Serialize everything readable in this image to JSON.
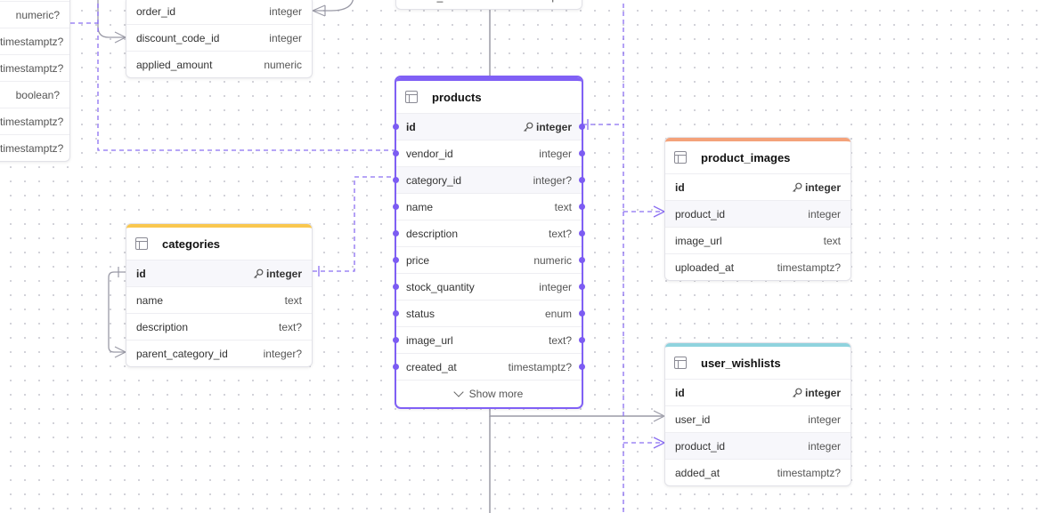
{
  "tables": {
    "left_partial": {
      "rows": [
        {
          "type": "numeric?"
        },
        {
          "type": "timestamptz?"
        },
        {
          "type": "timestamptz?"
        },
        {
          "type": "boolean?"
        },
        {
          "type": "timestamptz?"
        },
        {
          "type": "timestamptz?"
        }
      ]
    },
    "order_discounts": {
      "rows": [
        {
          "name": "order_id",
          "type": "integer"
        },
        {
          "name": "discount_code_id",
          "type": "integer"
        },
        {
          "name": "applied_amount",
          "type": "numeric"
        }
      ]
    },
    "reviews_partial": {
      "rows": [
        {
          "name": "review_date",
          "type": "timestamptz?"
        }
      ]
    },
    "products": {
      "title": "products",
      "accent": "#8060f5",
      "show_more": "Show more",
      "rows": [
        {
          "name": "id",
          "type": "integer",
          "pk": true
        },
        {
          "name": "vendor_id",
          "type": "integer"
        },
        {
          "name": "category_id",
          "type": "integer?"
        },
        {
          "name": "name",
          "type": "text"
        },
        {
          "name": "description",
          "type": "text?"
        },
        {
          "name": "price",
          "type": "numeric"
        },
        {
          "name": "stock_quantity",
          "type": "integer"
        },
        {
          "name": "status",
          "type": "enum"
        },
        {
          "name": "image_url",
          "type": "text?"
        },
        {
          "name": "created_at",
          "type": "timestamptz?"
        }
      ]
    },
    "categories": {
      "title": "categories",
      "accent": "#f9c74f",
      "rows": [
        {
          "name": "id",
          "type": "integer",
          "pk": true
        },
        {
          "name": "name",
          "type": "text"
        },
        {
          "name": "description",
          "type": "text?"
        },
        {
          "name": "parent_category_id",
          "type": "integer?"
        }
      ]
    },
    "product_images": {
      "title": "product_images",
      "accent": "#f4a27a",
      "rows": [
        {
          "name": "id",
          "type": "integer",
          "pk": true
        },
        {
          "name": "product_id",
          "type": "integer"
        },
        {
          "name": "image_url",
          "type": "text"
        },
        {
          "name": "uploaded_at",
          "type": "timestamptz?"
        }
      ]
    },
    "user_wishlists": {
      "title": "user_wishlists",
      "accent": "#8fd3de",
      "rows": [
        {
          "name": "id",
          "type": "integer",
          "pk": true
        },
        {
          "name": "user_id",
          "type": "integer"
        },
        {
          "name": "product_id",
          "type": "integer"
        },
        {
          "name": "added_at",
          "type": "timestamptz?"
        }
      ]
    }
  },
  "colors": {
    "relation_dashed": "#8b6ff2",
    "relation_solid": "#9a9aa6"
  }
}
